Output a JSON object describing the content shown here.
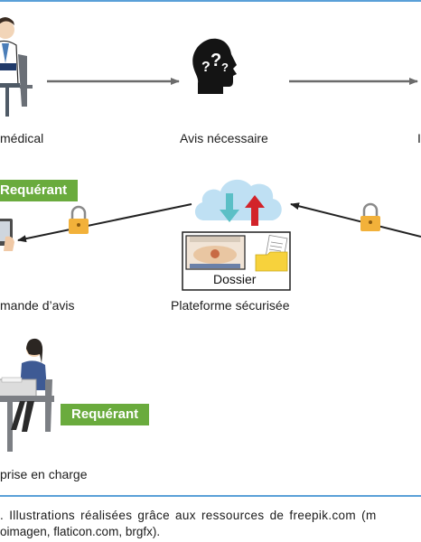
{
  "nodes": {
    "top_left_label": "médical",
    "top_center_label": "Avis nécessaire",
    "top_right_label": "I",
    "middle_left_label": "mande d’avis",
    "middle_center_label": "Plateforme sécurisée",
    "bottom_left_label": "prise en charge"
  },
  "badges": {
    "middle_left": "Requérant",
    "bottom": "Requérant"
  },
  "dossier_label": "Dossier",
  "caption": {
    "line1": ". Illustrations réalisées grâce aux ressources de freepik.com (m",
    "line2": "oimagen, flaticon.com, brgfx)."
  },
  "icons": [
    "doctor-desk-icon",
    "question-head-icon",
    "cloud-upload-download-icon",
    "padlock-icon",
    "tablet-hand-icon",
    "seated-woman-desk-icon"
  ],
  "colors": {
    "badge_green": "#6aab3d",
    "frame_blue": "#5aa0d8",
    "arrow_gray": "#6b6b6b"
  }
}
